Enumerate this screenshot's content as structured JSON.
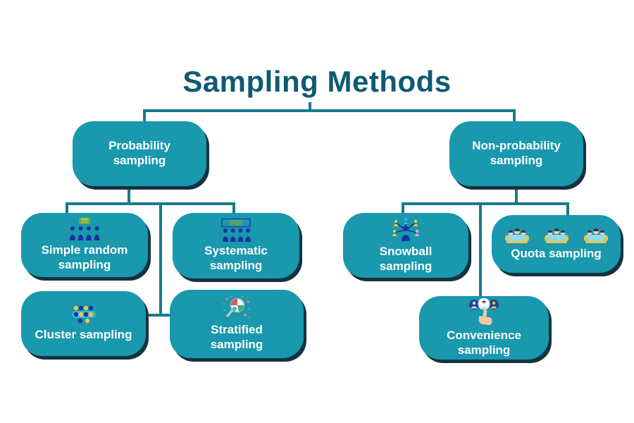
{
  "diagram": {
    "title": "Sampling Methods",
    "branches": [
      {
        "id": "probability",
        "label": "Probability sampling",
        "children": [
          {
            "id": "simple_random",
            "label": "Simple random sampling",
            "icon": "random-people-icon"
          },
          {
            "id": "systematic",
            "label": "Systematic sampling",
            "icon": "framed-people-icon"
          },
          {
            "id": "cluster",
            "label": "Cluster sampling",
            "icon": "dot-cluster-icon"
          },
          {
            "id": "stratified",
            "label": "Stratified sampling",
            "icon": "magnifier-segments-icon"
          }
        ]
      },
      {
        "id": "non_probability",
        "label": "Non-probability sampling",
        "children": [
          {
            "id": "snowball",
            "label": "Snowball sampling",
            "icon": "referral-network-icon"
          },
          {
            "id": "quota",
            "label": "Quota sampling",
            "icon": "people-groups-icon"
          },
          {
            "id": "convenience",
            "label": "Convenience sampling",
            "icon": "tap-hand-icon"
          }
        ]
      }
    ]
  },
  "colors": {
    "box_fill": "#1998ae",
    "box_shadow": "#14333f",
    "connector": "#177a8c",
    "title_text": "#0d5a73",
    "box_text": "#ffffff"
  }
}
